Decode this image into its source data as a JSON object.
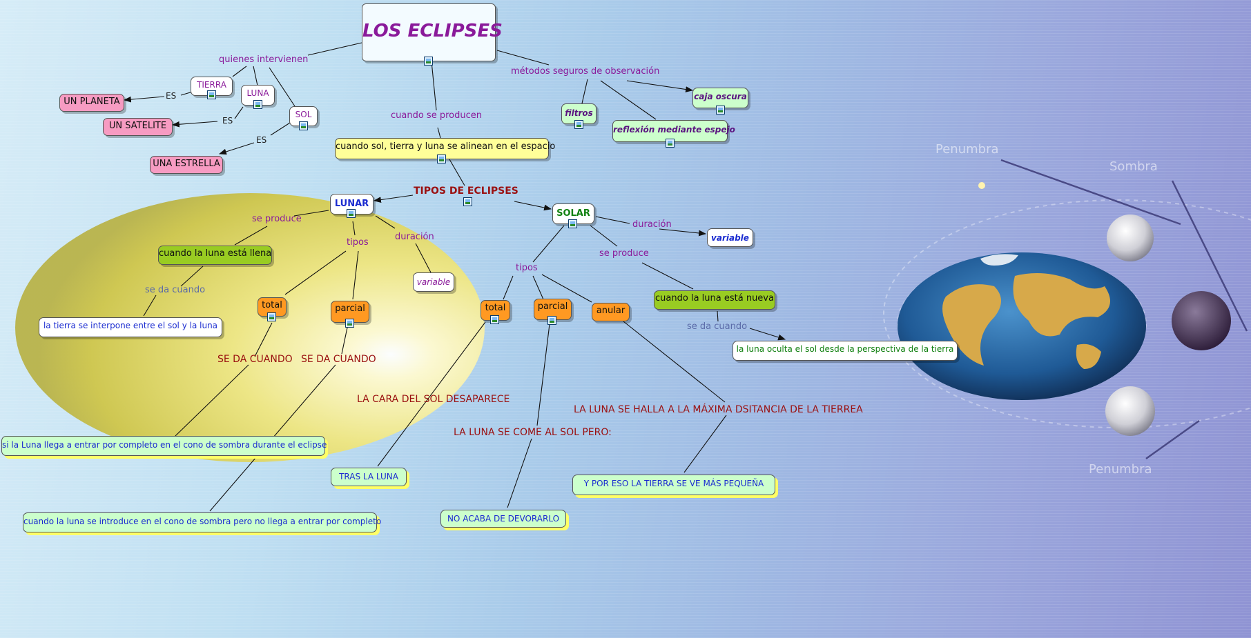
{
  "title": "LOS ECLIPSES",
  "nodes": {
    "tierra": "TIERRA",
    "luna": "LUNA",
    "sol": "SOL",
    "planeta": "UN PLANETA",
    "satelite": "UN SATELITE",
    "estrella": "UNA ESTRELLA",
    "alinean": "cuando sol, tierra y luna se alinean en el espacio",
    "filtros": "filtros",
    "caja": "caja oscura",
    "espejo": "reflexión mediante espejo",
    "lunar": "LUNAR",
    "solar": "SOLAR",
    "luna_llena": "cuando la luna está llena",
    "interpone": "la tierra se interpone entre el sol y la luna",
    "lunar_total": "total",
    "lunar_parcial": "parcial",
    "lunar_variable": "variable",
    "solar_variable": "variable",
    "solar_total": "total",
    "solar_parcial": "parcial",
    "anular": "anular",
    "luna_nueva": "cuando la luna está nueva",
    "oculta": "la luna oculta el sol desde la perspectiva de la tierra",
    "cono_completo": "si la Luna llega a entrar por completo en el cono de sombra durante el eclipse",
    "cono_parcial": "cuando la luna se introduce en el cono de sombra pero no llega a entrar por completo",
    "tras_luna": "TRAS LA LUNA",
    "no_acaba": "NO ACABA DE DEVORARLO",
    "mas_pequena": "Y POR ESO LA TIERRA SE VE MÁS PEQUEÑA"
  },
  "labels": {
    "quienes": "quienes intervienen",
    "es1": "ES",
    "es2": "ES",
    "es3": "ES",
    "cuando_producen": "cuando se producen",
    "metodos": "métodos seguros de observación",
    "tipos_eclipses": "TIPOS DE ECLIPSES",
    "se_produce_lunar": "se produce",
    "tipos_lunar": "tipos",
    "duracion_lunar": "duración",
    "se_da_cuando_lunar": "se da cuando",
    "duracion_solar": "duración",
    "se_produce_solar": "se produce",
    "tipos_solar": "tipos",
    "se_da_cuando_solar": "se da cuando",
    "se_da_cuando_1": "SE DA CUANDO",
    "se_da_cuando_2": "SE DA CUANDO",
    "cara_sol": "LA CARA DEL SOL DESAPARECE",
    "come_sol": "LA LUNA SE COME AL SOL PERO:",
    "maxima_distancia": "LA LUNA SE HALLA A LA MÁXIMA DSITANCIA DE LA TIERREA"
  },
  "background": {
    "penumbra_top": "Penumbra",
    "sombra": "Sombra",
    "penumbra_bottom": "Penumbra"
  },
  "colors": {
    "title": "#8a1a9a",
    "link_label": "#8a1a9a",
    "heading_label": "#9a1010",
    "node_pink": "#f79bc2",
    "node_yellow": "#ffff99",
    "node_green": "#ccffcc",
    "node_lime": "#99cc22",
    "node_orange": "#ff9922"
  }
}
